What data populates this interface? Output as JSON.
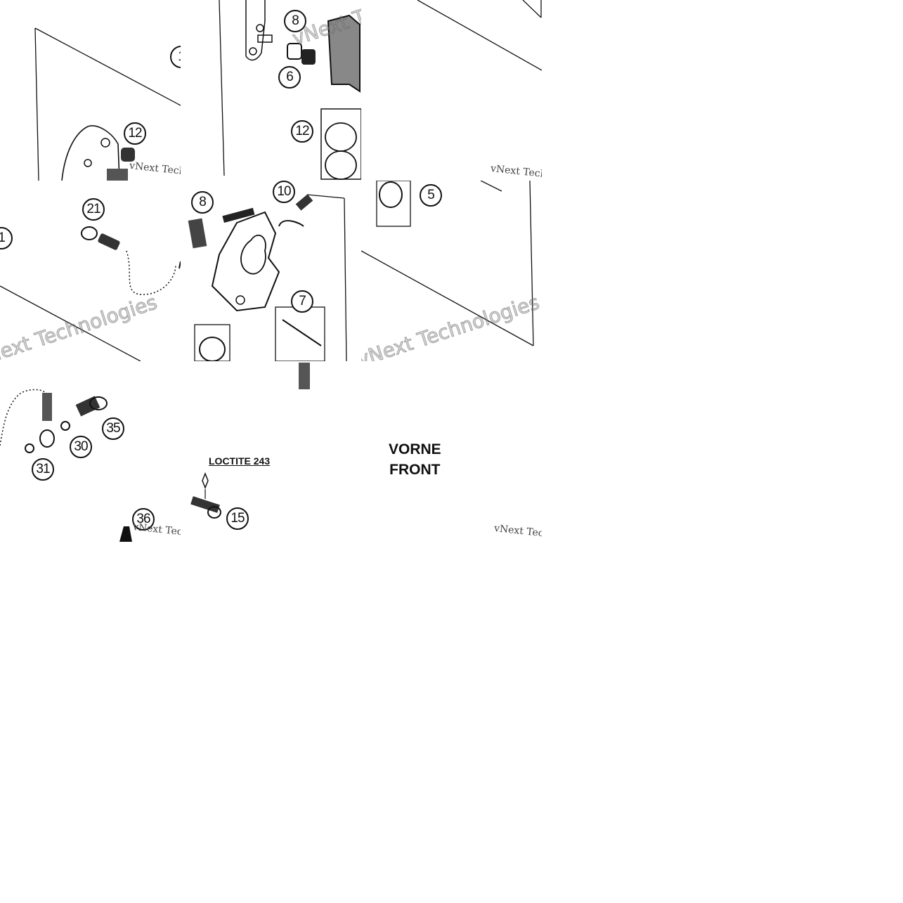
{
  "callouts": [
    "1",
    "8",
    "12",
    "6",
    "12",
    "21",
    "1",
    "8",
    "10",
    "7",
    "5",
    "35",
    "30",
    "31",
    "36",
    "15"
  ],
  "labels": {
    "loctite": "LOCTITE 243",
    "vorne": "VORNE",
    "front": "FRONT"
  },
  "watermarks": {
    "small": "vNext Technologies",
    "big": "vNext Technologies"
  }
}
